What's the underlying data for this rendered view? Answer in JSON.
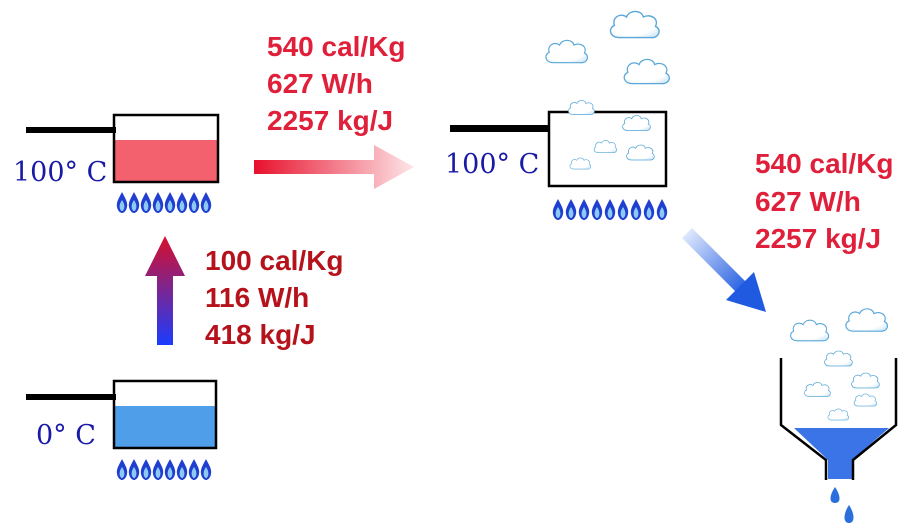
{
  "labels": {
    "temp_cold": "0° C",
    "temp_hot": "100° C",
    "temp_vapor": "100° C"
  },
  "heating": {
    "line1": "100 cal/Kg",
    "line2": "116 W/h",
    "line3": "418 kg/J",
    "color": "#b5121b"
  },
  "vaporization": {
    "line1": "540 cal/Kg",
    "line2": "627 W/h",
    "line3": "2257 kg/J",
    "color": "#e0203a"
  },
  "condensation": {
    "line1": "540 cal/Kg",
    "line2": "627 W/h",
    "line3": "2257 kg/J",
    "color": "#e0203a"
  },
  "colors": {
    "cold_water": "#4f9eea",
    "hot_water": "#f2616d",
    "flame_outer": "#1f3fd0",
    "flame_inner": "#8ec9f5",
    "cloud_fill": "#ffffff",
    "cloud_edge": "#5aa8d8",
    "drop": "#2a6fdc"
  }
}
